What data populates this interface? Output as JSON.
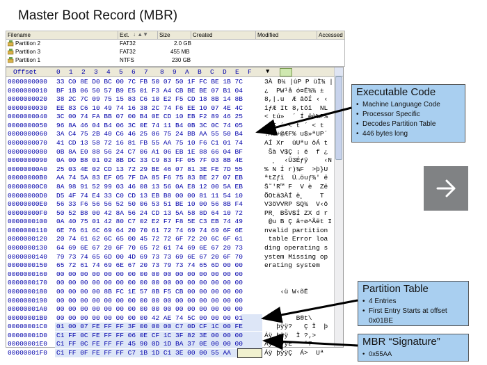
{
  "title": "Master Boot Record (MBR)",
  "file_list": {
    "columns": [
      "Filename",
      "Ext.",
      "Size",
      "Created",
      "Modified",
      "Accessed"
    ],
    "rows": [
      {
        "name": "Partition 2",
        "ext": "FAT32",
        "size": "2.0 GB"
      },
      {
        "name": "Partition 3",
        "ext": "FAT32",
        "size": "455 MB"
      },
      {
        "name": "Partition 1",
        "ext": "NTFS",
        "size": "230 GB"
      }
    ]
  },
  "hex_view": {
    "offset_label": "Offset",
    "col_headers": [
      "0",
      "1",
      "2",
      "3",
      "4",
      "5",
      "6",
      "7",
      "8",
      "9",
      "A",
      "B",
      "C",
      "D",
      "E",
      "F"
    ],
    "rows": [
      {
        "off": "0000000000",
        "bytes": "33 C0 8E D0 BC 00 7C FB 50 07 50 1F FC BE 1B 7C",
        "ascii": "3ÀÐ¼ |ûP P üÌ¾ |"
      },
      {
        "off": "0000000010",
        "bytes": "BF 1B 06 50 57 B9 E5 01 F3 A4 CB BE BE 07 B1 04",
        "ascii": "¿  PW¹å ó¤Ë¾¾ ± "
      },
      {
        "off": "0000000020",
        "bytes": "38 2C 7C 09 75 15 83 C6 10 E2 F5 CD 18 8B 14 8B",
        "ascii": "8,|.u  Æ âõÍ ‹ ‹"
      },
      {
        "off": "0000000030",
        "bytes": "EE 83 C6 10 49 74 16 38 2C 74 F6 EE 10 07 4E 4C",
        "ascii": "îƒÆ It 8,töî  NL"
      },
      {
        "off": "0000000040",
        "bytes": "3C 00 74 FA BB 07 00 B4 0E CD 10 EB F2 89 46 25",
        "ascii": "< tú»  ´ Í ëò‰F%"
      },
      {
        "off": "0000000050",
        "bytes": "96 8A 46 04 B4 06 3C 0E 74 11 B4 0B 3C 0C 74 05",
        "ascii": "–ŠF ´ < t ´ < t "
      },
      {
        "off": "0000000060",
        "bytes": "3A C4 75 2B 40 C6 46 25 06 75 24 BB AA 55 50 B4",
        "ascii": ":Äu+@ÆF% u$»ªUP´"
      },
      {
        "off": "0000000070",
        "bytes": "41 CD 13 58 72 16 81 FB 55 AA 75 10 F6 C1 01 74",
        "ascii": "AÍ Xr  ûUªu öÁ t"
      },
      {
        "off": "0000000080",
        "bytes": "0B 8A E0 88 56 24 C7 06 A1 06 EB 1E 88 66 04 BF",
        "ascii": " Šà V$Ç ¡ ë  f ¿"
      },
      {
        "off": "0000000090",
        "bytes": "0A 00 B8 01 02 8B DC 33 C9 83 FF 05 7F 03 8B 4E",
        "ascii": "  ¸  ‹Ü3Éƒÿ    ‹N"
      },
      {
        "off": "00000000A0",
        "bytes": "25 03 4E 02 CD 13 72 29 BE 46 07 81 3E FE 7D 55",
        "ascii": "% N Í r)¾F  >þ}U"
      },
      {
        "off": "00000000B0",
        "bytes": "AA 74 5A 83 EF 05 7F DA 85 F6 75 83 BE 27 07 EB",
        "ascii": "ªtZƒï  Ú…öuƒ¾' ë"
      },
      {
        "off": "00000000C0",
        "bytes": "8A 98 91 52 99 03 46 08 13 56 0A E8 12 00 5A EB",
        "ascii": "Š˜'R™ F  V è  Zë"
      },
      {
        "off": "00000000D0",
        "bytes": "D5 4F 74 E4 33 C0 CD 13 EB B8 00 00 81 11 54 10",
        "ascii": "ÕOtä3ÀÍ ë¸    T "
      },
      {
        "off": "00000000E0",
        "bytes": "56 33 F6 56 56 52 50 06 53 51 BE 10 00 56 8B F4",
        "ascii": "V3öVVRP SQ¾  V‹ô"
      },
      {
        "off": "00000000F0",
        "bytes": "50 52 B8 00 42 8A 56 24 CD 13 5A 58 8D 64 10 72",
        "ascii": "PR¸ BŠV$Í ZX d r"
      },
      {
        "off": "0000000100",
        "bytes": "0A 40 75 01 42 80 C7 02 E2 F7 F8 5E C3 EB 74 49",
        "ascii": " @u B Ç â÷ø^Ãët I"
      },
      {
        "off": "0000000110",
        "bytes": "6E 76 61 6C 69 64 20 70 61 72 74 69 74 69 6F 6E",
        "ascii": "nvalid partition"
      },
      {
        "off": "0000000120",
        "bytes": "20 74 61 62 6C 65 00 45 72 72 6F 72 20 6C 6F 61",
        "ascii": " table Error loa"
      },
      {
        "off": "0000000130",
        "bytes": "64 69 6E 67 20 6F 70 65 72 61 74 69 6E 67 20 73",
        "ascii": "ding operating s"
      },
      {
        "off": "0000000140",
        "bytes": "79 73 74 65 6D 00 4D 69 73 73 69 6E 67 20 6F 70",
        "ascii": "ystem Missing op"
      },
      {
        "off": "0000000150",
        "bytes": "65 72 61 74 69 6E 67 20 73 79 73 74 65 6D 00 00",
        "ascii": "erating system  "
      },
      {
        "off": "0000000160",
        "bytes": "00 00 00 00 00 00 00 00 00 00 00 00 00 00 00 00",
        "ascii": ""
      },
      {
        "off": "0000000170",
        "bytes": "00 00 00 00 00 00 00 00 00 00 00 00 00 00 00 00",
        "ascii": ""
      },
      {
        "off": "0000000180",
        "bytes": "00 00 00 00 8B FC 1E 57 8B F5 CB 00 00 00 00 00",
        "ascii": "    ‹ü W‹õË     "
      },
      {
        "off": "0000000190",
        "bytes": "00 00 00 00 00 00 00 00 00 00 00 00 00 00 00 00",
        "ascii": ""
      },
      {
        "off": "00000001A0",
        "bytes": "00 00 00 00 00 00 00 00 00 00 00 00 00 00 00 00",
        "ascii": ""
      },
      {
        "off": "00000001B0",
        "bytes": "00 00 00 00 00 00 00 00 42 AE 74 5C 00 00 00 01",
        "ascii": "        B®t\\    "
      },
      {
        "off": "00000001C0",
        "bytes": "01 00 07 FE FF FF 3F 00 00 00 C7 0D CF 1C 00 FE",
        "ascii": "   þÿÿ?   Ç Ï  þ"
      },
      {
        "off": "00000001D0",
        "bytes": "C1 FF 0C FE FF FF 06 0E CF 1C 3F 82 3E 00 00 00",
        "ascii": "Áÿ þÿÿ  Ï ?‚>   "
      },
      {
        "off": "00000001E0",
        "bytes": "C1 FF 0C FE FF FF 45 90 0D 1D BA 37 0E 00 00 00",
        "ascii": "Áÿ þÿÿE   º7    "
      },
      {
        "off": "00000001F0",
        "bytes": "C1 FF 0F FE FF FF C7 1B 1D C1 3E 00 00 55 AA",
        "ascii": "Áÿ þÿÿÇ  Á>  Uª"
      }
    ]
  },
  "callouts": {
    "executable": {
      "title": "Executable Code",
      "bullets": [
        "Machine Language Code",
        "Processor Specific",
        "Decodes Partition Table",
        "446 bytes long"
      ]
    },
    "partition_table": {
      "title": "Partition Table",
      "bullets": [
        "4 Entries",
        "First Entry Starts at offset",
        "0x01BE"
      ]
    },
    "signature": {
      "title": "MBR “Signature”",
      "bullets": [
        "0x55AA"
      ]
    }
  },
  "colors": {
    "callout_bg": "#a9cff0",
    "hex_text": "#0000aa",
    "partition_highlight": "#dde6f7",
    "next_button": "#808284"
  },
  "icons": [
    "partition-icon",
    "next-arrow-icon",
    "scroll-up-icon"
  ]
}
